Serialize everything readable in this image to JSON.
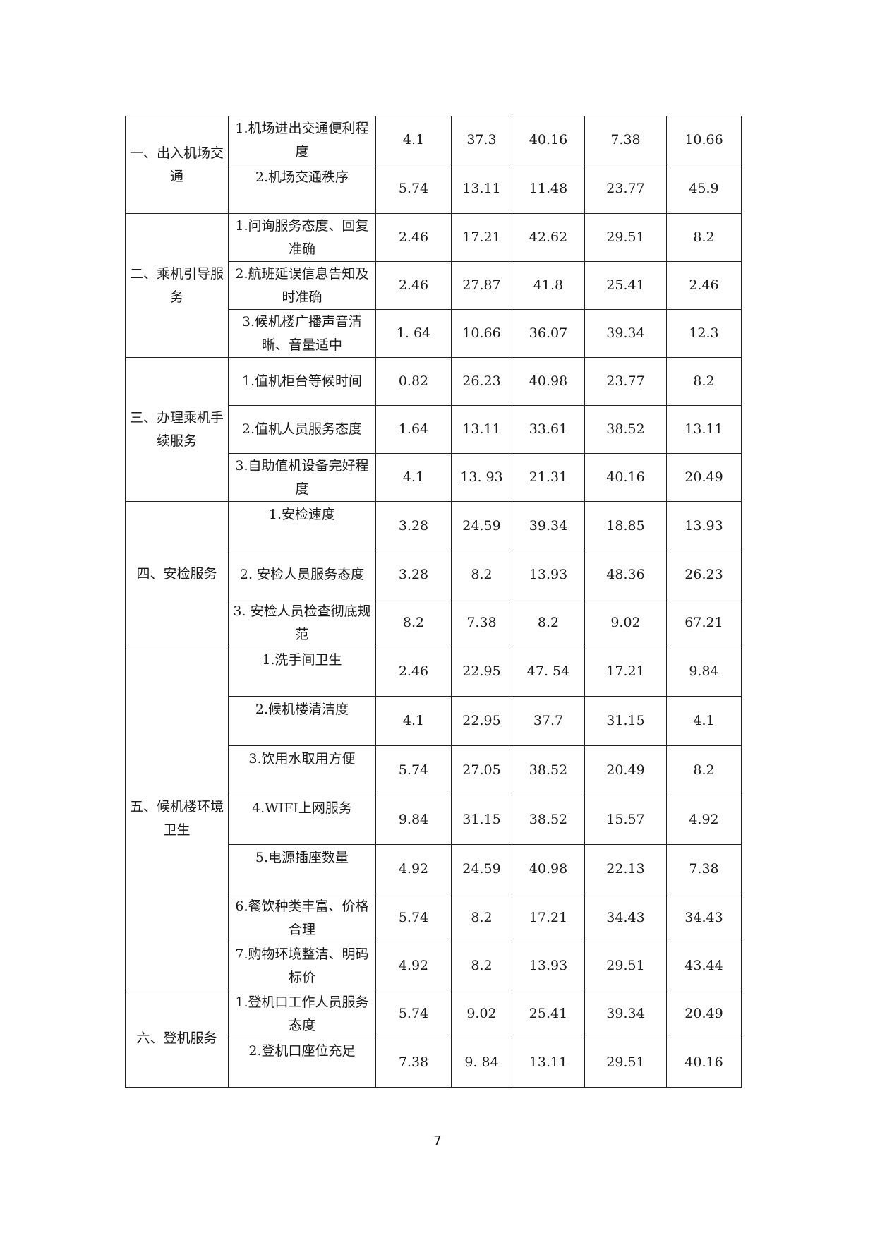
{
  "table": {
    "groups": [
      {
        "category": "一、出入机场交通",
        "items": [
          {
            "label": "1.机场进出交通便利程度",
            "values": [
              "4.1",
              "37.3",
              "40.16",
              "7.38",
              "10.66"
            ],
            "top": false
          },
          {
            "label": "2.机场交通秩序",
            "values": [
              "5.74",
              "13.11",
              "11.48",
              "23.77",
              "45.9"
            ],
            "top": true
          }
        ]
      },
      {
        "category": "二、乘机引导服务",
        "items": [
          {
            "label": "1.问询服务态度、回复准确",
            "values": [
              "2.46",
              "17.21",
              "42.62",
              "29.51",
              "8.2"
            ],
            "top": false
          },
          {
            "label": "2.航班延误信息告知及时准确",
            "values": [
              "2.46",
              "27.87",
              "41.8",
              "25.41",
              "2.46"
            ],
            "top": false
          },
          {
            "label": "3.候机楼广播声音清晰、音量适中",
            "values": [
              "1. 64",
              "10.66",
              "36.07",
              "39.34",
              "12.3"
            ],
            "top": false
          }
        ]
      },
      {
        "category": "三、办理乘机手续服务",
        "items": [
          {
            "label": "1.值机柜台等候时间",
            "values": [
              "0.82",
              "26.23",
              "40.98",
              "23.77",
              "8.2"
            ],
            "top": false
          },
          {
            "label": "2.值机人员服务态度",
            "values": [
              "1.64",
              "13.11",
              "33.61",
              "38.52",
              "13.11"
            ],
            "top": false
          },
          {
            "label": "3.自助值机设备完好程度",
            "values": [
              "4.1",
              "13. 93",
              "21.31",
              "40.16",
              "20.49"
            ],
            "top": false
          }
        ]
      },
      {
        "category": "四、安检服务",
        "items": [
          {
            "label": "1.安检速度",
            "values": [
              "3.28",
              "24.59",
              "39.34",
              "18.85",
              "13.93"
            ],
            "top": true
          },
          {
            "label": "2. 安检人员服务态度",
            "values": [
              "3.28",
              "8.2",
              "13.93",
              "48.36",
              "26.23"
            ],
            "top": false
          },
          {
            "label": "3. 安检人员检查彻底规范",
            "values": [
              "8.2",
              "7.38",
              "8.2",
              "9.02",
              "67.21"
            ],
            "top": false
          }
        ]
      },
      {
        "category": "五、候机楼环境卫生",
        "items": [
          {
            "label": "1.洗手间卫生",
            "values": [
              "2.46",
              "22.95",
              "47. 54",
              "17.21",
              "9.84"
            ],
            "top": true
          },
          {
            "label": "2.候机楼清洁度",
            "values": [
              "4.1",
              "22.95",
              "37.7",
              "31.15",
              "4.1"
            ],
            "top": true
          },
          {
            "label": "3.饮用水取用方便",
            "values": [
              "5.74",
              "27.05",
              "38.52",
              "20.49",
              "8.2"
            ],
            "top": true
          },
          {
            "label": "4.WIFI上网服务",
            "values": [
              "9.84",
              "31.15",
              "38.52",
              "15.57",
              "4.92"
            ],
            "top": true
          },
          {
            "label": "5.电源插座数量",
            "values": [
              "4.92",
              "24.59",
              "40.98",
              "22.13",
              "7.38"
            ],
            "top": true
          },
          {
            "label": "6.餐饮种类丰富、价格合理",
            "values": [
              "5.74",
              "8.2",
              "17.21",
              "34.43",
              "34.43"
            ],
            "top": false
          },
          {
            "label": "7.购物环境整洁、明码标价",
            "values": [
              "4.92",
              "8.2",
              "13.93",
              "29.51",
              "43.44"
            ],
            "top": false
          }
        ]
      },
      {
        "category": "六、登机服务",
        "items": [
          {
            "label": "1.登机口工作人员服务态度",
            "values": [
              "5.74",
              "9.02",
              "25.41",
              "39.34",
              "20.49"
            ],
            "top": false
          },
          {
            "label": "2.登机口座位充足",
            "values": [
              "7.38",
              "9. 84",
              "13.11",
              "29.51",
              "40.16"
            ],
            "top": true
          }
        ]
      }
    ]
  },
  "footer": {
    "page_number": "7"
  }
}
